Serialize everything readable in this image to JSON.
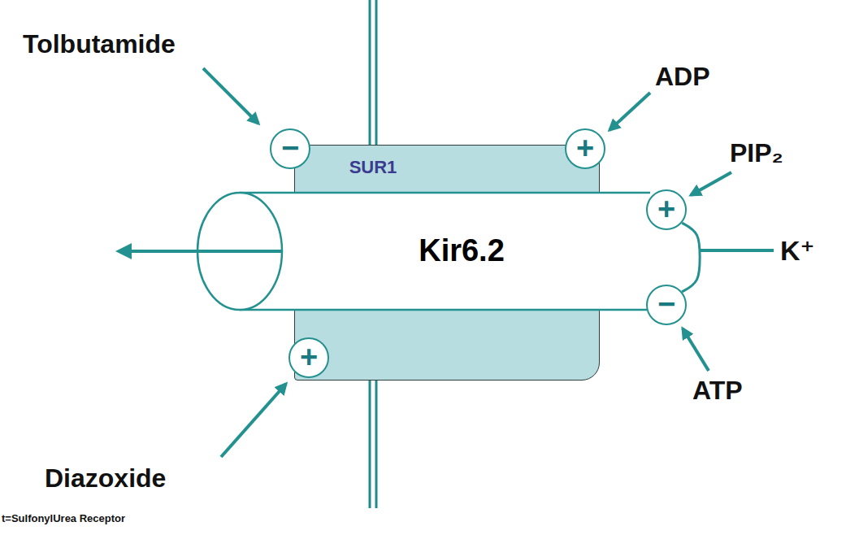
{
  "diagram": {
    "nodes": [
      {
        "text": [
          "SUR1"
        ]
      },
      {
        "text": [
          "Kir6.2"
        ]
      },
      {
        "text": [
          "−"
        ]
      },
      {
        "text": [
          "+"
        ]
      },
      {
        "text": [
          "+"
        ]
      },
      {
        "text": [
          "−"
        ]
      },
      {
        "text": [
          "+"
        ]
      }
    ],
    "edges": [
      {
        "from": 4,
        "to": 5,
        "arrow": "none"
      }
    ],
    "labels": [
      "Tolbutamide",
      "ADP",
      "PIP₂",
      "K⁺",
      "ATP",
      "Diazoxide",
      "t=SulfonylUrea Receptor"
    ]
  }
}
